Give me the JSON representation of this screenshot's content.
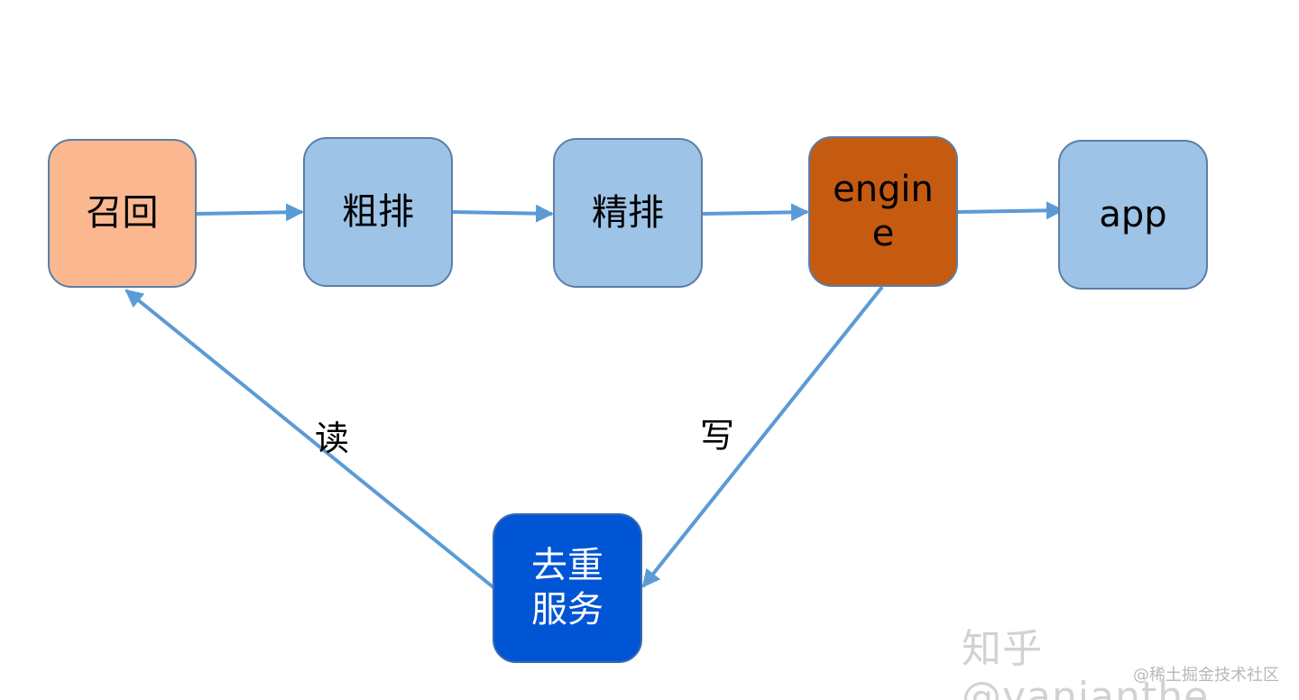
{
  "colors": {
    "recall": "#fbb890",
    "blue_light": "#9dc3e6",
    "engine": "#c55a11",
    "dedup": "#0055d4",
    "edge": "#5b9bd5",
    "border": "#5b7ea8"
  },
  "nodes": {
    "recall": {
      "label": "召回"
    },
    "coarse_rank": {
      "label": "粗排"
    },
    "fine_rank": {
      "label": "精排"
    },
    "engine": {
      "line1": "engin",
      "line2": "e"
    },
    "app": {
      "label": "app"
    },
    "dedup": {
      "line1": "去重",
      "line2": "服务"
    }
  },
  "edges": {
    "read_label": "读",
    "write_label": "写"
  },
  "watermark": {
    "main": "知乎 @yanianthe",
    "secondary": "@稀土掘金技术社区"
  }
}
